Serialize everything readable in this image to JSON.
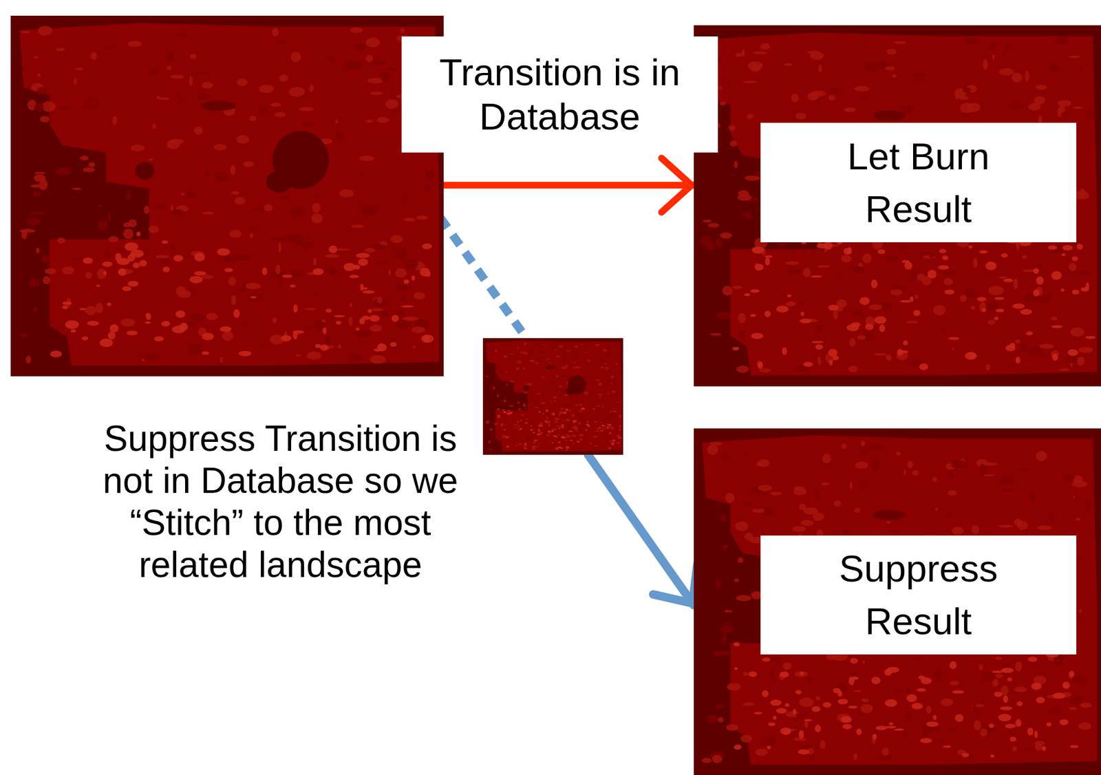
{
  "diagram": {
    "nodes": [
      {
        "text": []
      },
      {
        "text": [
          "Let Burn Result"
        ]
      },
      {
        "text": []
      },
      {
        "text": [
          "Suppress Result"
        ]
      }
    ],
    "edges": [
      {
        "from": 0,
        "to": 1,
        "arrow": "to",
        "label": "Transition is in Database"
      },
      {
        "from": 0,
        "to": 2,
        "arrow": "none"
      },
      {
        "from": 2,
        "to": 3,
        "arrow": "to"
      }
    ],
    "labels": [
      "Suppress Transition is not in Database so we “Stitch” to the most related landscape"
    ]
  }
}
